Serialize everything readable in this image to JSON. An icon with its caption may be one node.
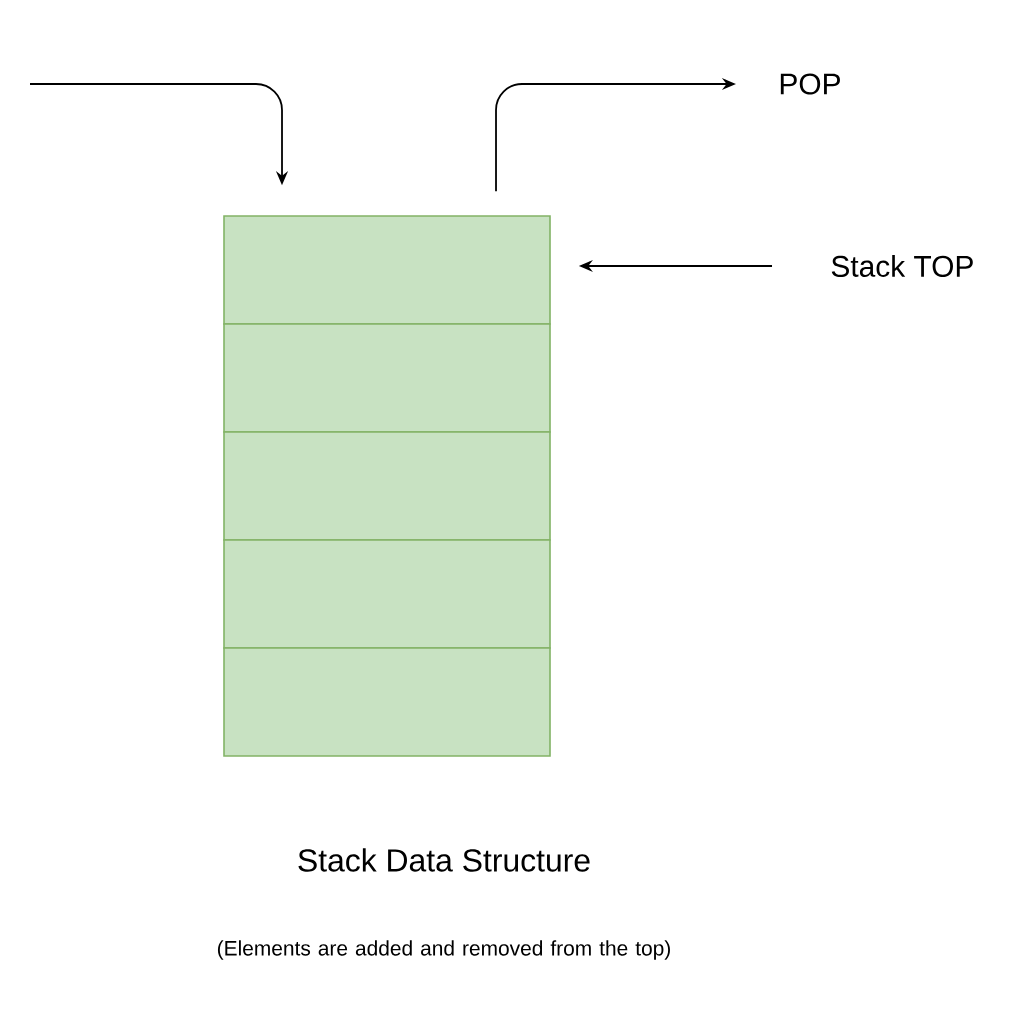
{
  "diagram": {
    "title": "Stack Data Structure",
    "caption": "(Elements are added and removed from the top)",
    "nodes": [
      {
        "text": [],
        "shape": "box"
      },
      {
        "text": [],
        "shape": "box"
      },
      {
        "text": [],
        "shape": "box"
      },
      {
        "text": [],
        "shape": "box"
      },
      {
        "text": [],
        "shape": "box"
      },
      {
        "text": [
          "POP"
        ]
      },
      {
        "text": [
          "Stack TOP"
        ]
      }
    ],
    "edges": [
      {
        "from": null,
        "to": 0,
        "arrow": "to"
      },
      {
        "from": 0,
        "to": 5,
        "arrow": "to"
      },
      {
        "from": 6,
        "to": 0,
        "arrow": "to"
      }
    ]
  }
}
